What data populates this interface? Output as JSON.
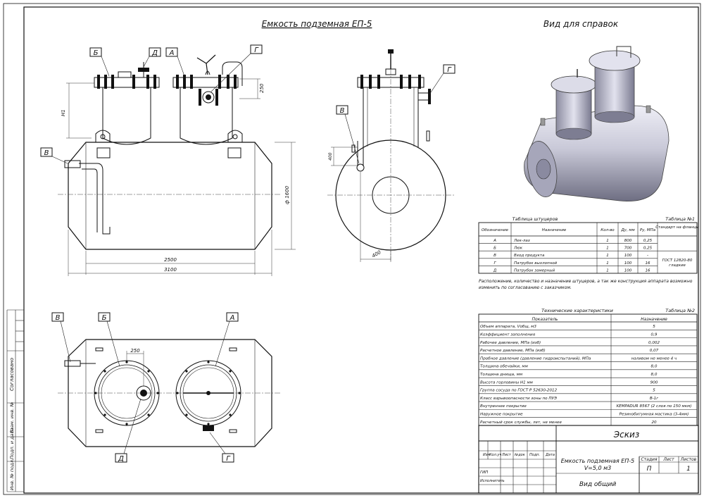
{
  "titles": {
    "main": "Емкость подземная ЕП-5",
    "view3d": "Вид для справок"
  },
  "labels": {
    "A": "А",
    "B": "Б",
    "V": "В",
    "G": "Г",
    "D": "Д"
  },
  "dims": {
    "d250_top": "250",
    "h1": "H1",
    "d1600": "ф 1600",
    "d2500": "2500",
    "d3100": "3100",
    "d400_v": "400",
    "d400_h": "400",
    "d250_plan": "250"
  },
  "table1": {
    "caption": "Таблица штуцеров",
    "number": "Таблица №1",
    "headers": [
      "Обозначение",
      "Назначение",
      "Кол-во",
      "Ду, мм",
      "Ру, МПа",
      "Стандарт на фланцы"
    ],
    "rows": [
      [
        "А",
        "Лек-лаз",
        "1",
        "800",
        "0,25"
      ],
      [
        "Б",
        "Люк",
        "1",
        "700",
        "0,25"
      ],
      [
        "В",
        "Вход продукта",
        "1",
        "100",
        "-"
      ],
      [
        "Г",
        "Патрубок выхлопной",
        "1",
        "100",
        "16"
      ],
      [
        "Д",
        "Патрубок замерный",
        "1",
        "100",
        "16"
      ]
    ],
    "standard": [
      "ГОСТ 12820-80",
      "гладкие"
    ],
    "note": [
      "Расположение, количество и назначение штуцеров, а так же конструкция аппарата возможно",
      "изменить по согласованию с заказчиком."
    ]
  },
  "table2": {
    "caption": "Технические характеристики",
    "number": "Таблица №2",
    "headers": [
      "Показатель",
      "Назначение"
    ],
    "rows": [
      [
        "Объем аппарата, Vобщ, м3",
        "5"
      ],
      [
        "Коэффициент заполнения",
        "0,9"
      ],
      [
        "Рабочее давление, МПа (изб)",
        "0,002"
      ],
      [
        "Расчетное давление, МПа (изб)",
        "0,07"
      ],
      [
        "Пробное давление (давление гидроиспытаний), МПа",
        "наливом не менее 4 ч"
      ],
      [
        "Толщина обечайки, мм",
        "8,0"
      ],
      [
        "Толщина днища, мм",
        "8,0"
      ],
      [
        "Высота горловины Н1 мм",
        "900"
      ],
      [
        "Группа сосуда по ГОСТ Р 52630-2012",
        "5"
      ],
      [
        "Класс взрывоопасности зоны по ПУЭ",
        "В-1г"
      ],
      [
        "Внутреннее покрытие",
        "KEMPADUR 8567 (2 слоя по 150 мкм)"
      ],
      [
        "Наружное покрытие",
        "Резинобитумная мастика (3-4мм)"
      ],
      [
        "Расчетный срок службы, лет, не менее",
        "20"
      ]
    ]
  },
  "stamp": {
    "sketch": "Эскиз",
    "cols": [
      "Изм",
      "Кол.уч",
      "Лист",
      "№док",
      "Подп.",
      "Дата"
    ],
    "roles": [
      "ГИП",
      "Исполнитель"
    ],
    "name": [
      "Емкость подземная ЕП-5",
      "V=5,0 м3"
    ],
    "view": "Вид общий",
    "stage_h": "Стадия",
    "sheet_h": "Лист",
    "sheets_h": "Листов",
    "stage": "П",
    "sheet": "1"
  },
  "side_stamp": [
    "Согласовано",
    "Взам. инв. №",
    "Подп. и дата",
    "Инв. № подл."
  ]
}
